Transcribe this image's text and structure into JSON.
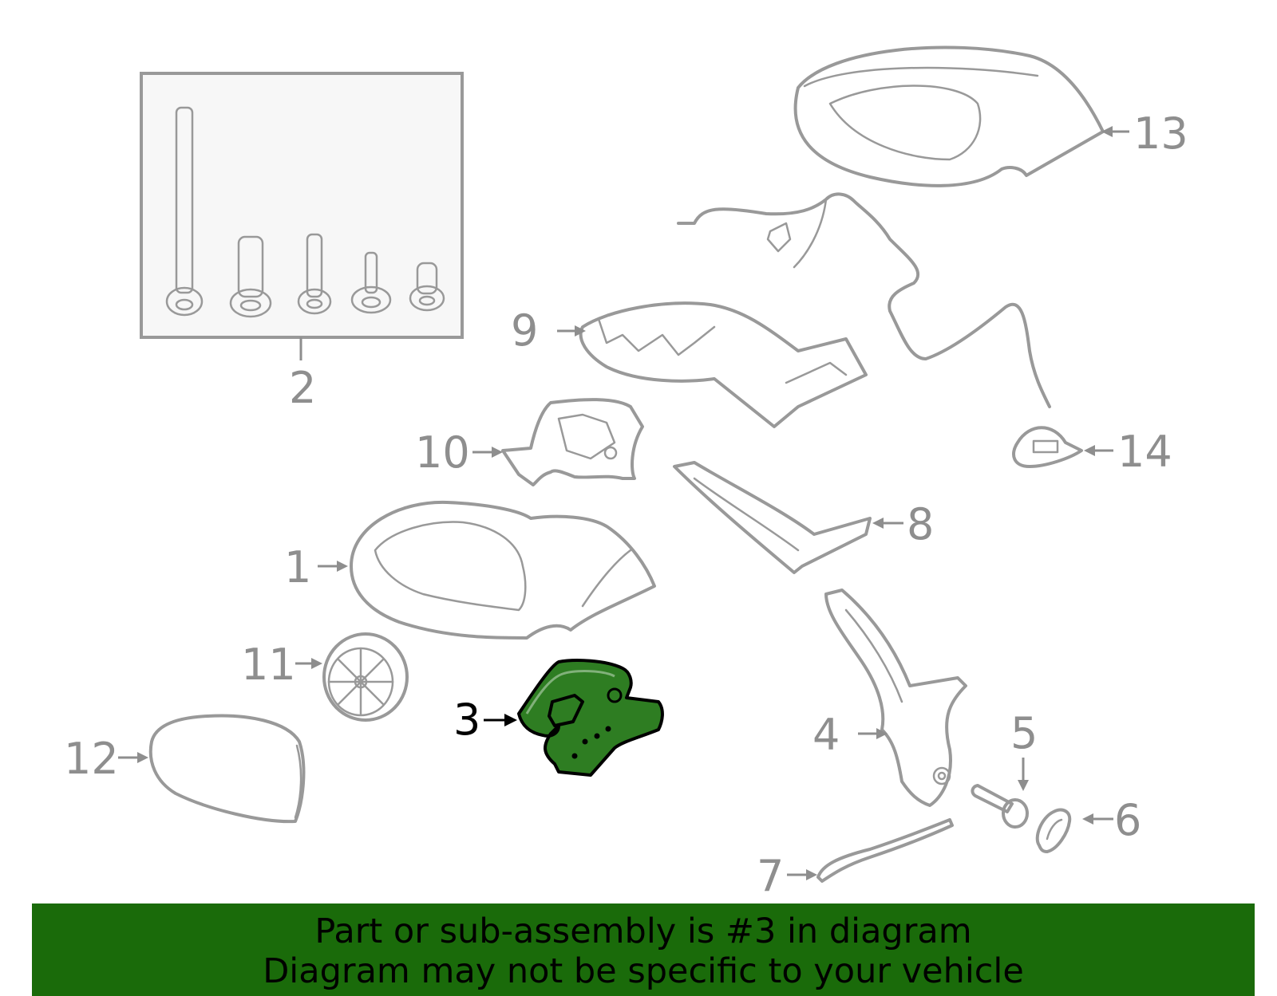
{
  "diagram": {
    "highlight_color": "#2e7d22",
    "banner_color": "#1a6b0a",
    "callouts": [
      "1",
      "2",
      "3",
      "4",
      "5",
      "6",
      "7",
      "8",
      "9",
      "10",
      "11",
      "12",
      "13",
      "14"
    ],
    "highlighted_callout": "3"
  },
  "banner": {
    "line1": "Part or sub-assembly is #3 in diagram",
    "line2": "Diagram may not be specific to your vehicle"
  }
}
